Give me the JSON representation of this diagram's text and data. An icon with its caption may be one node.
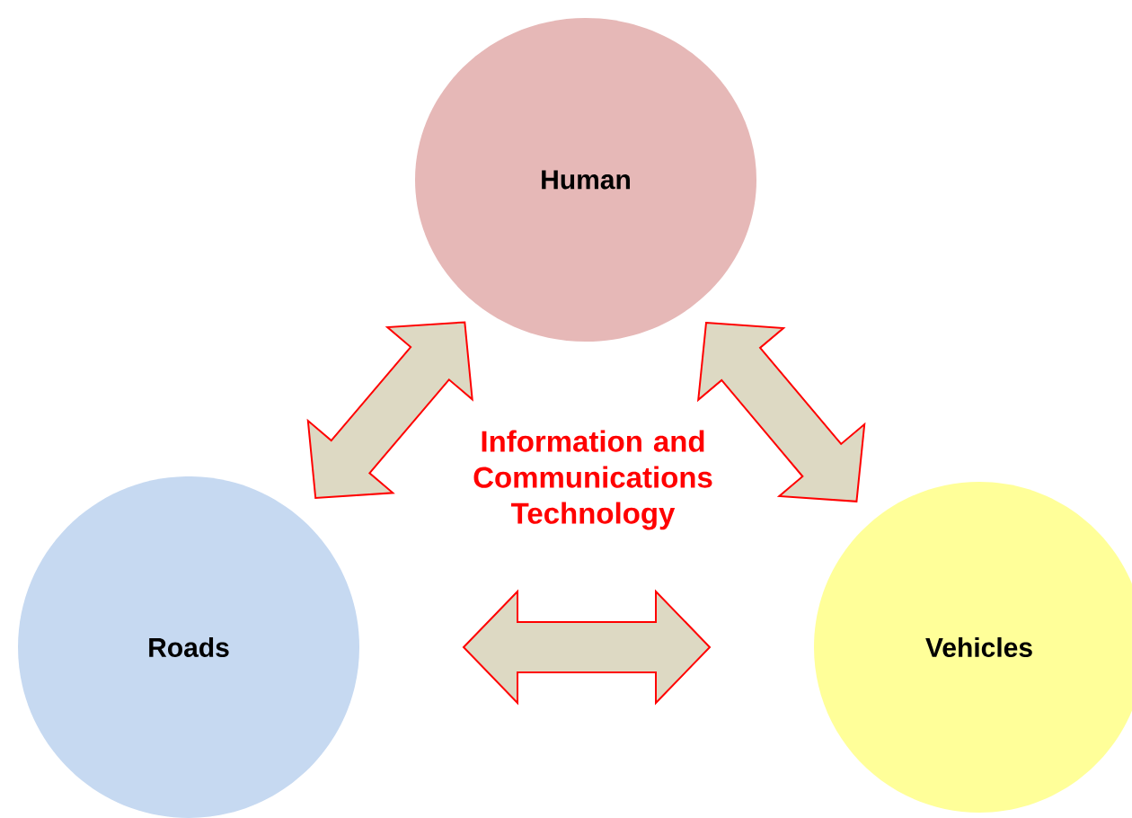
{
  "diagram": {
    "nodes": [
      {
        "text": [
          "Human"
        ]
      },
      {
        "text": [
          "Roads"
        ]
      },
      {
        "text": [
          "Vehicles"
        ]
      }
    ],
    "edges": [
      {
        "from": 1,
        "to": 0,
        "arrow": "both"
      },
      {
        "from": 0,
        "to": 2,
        "arrow": "both"
      },
      {
        "from": 1,
        "to": 2,
        "arrow": "both"
      }
    ],
    "labels": [
      "Information and Communications Technology"
    ]
  }
}
